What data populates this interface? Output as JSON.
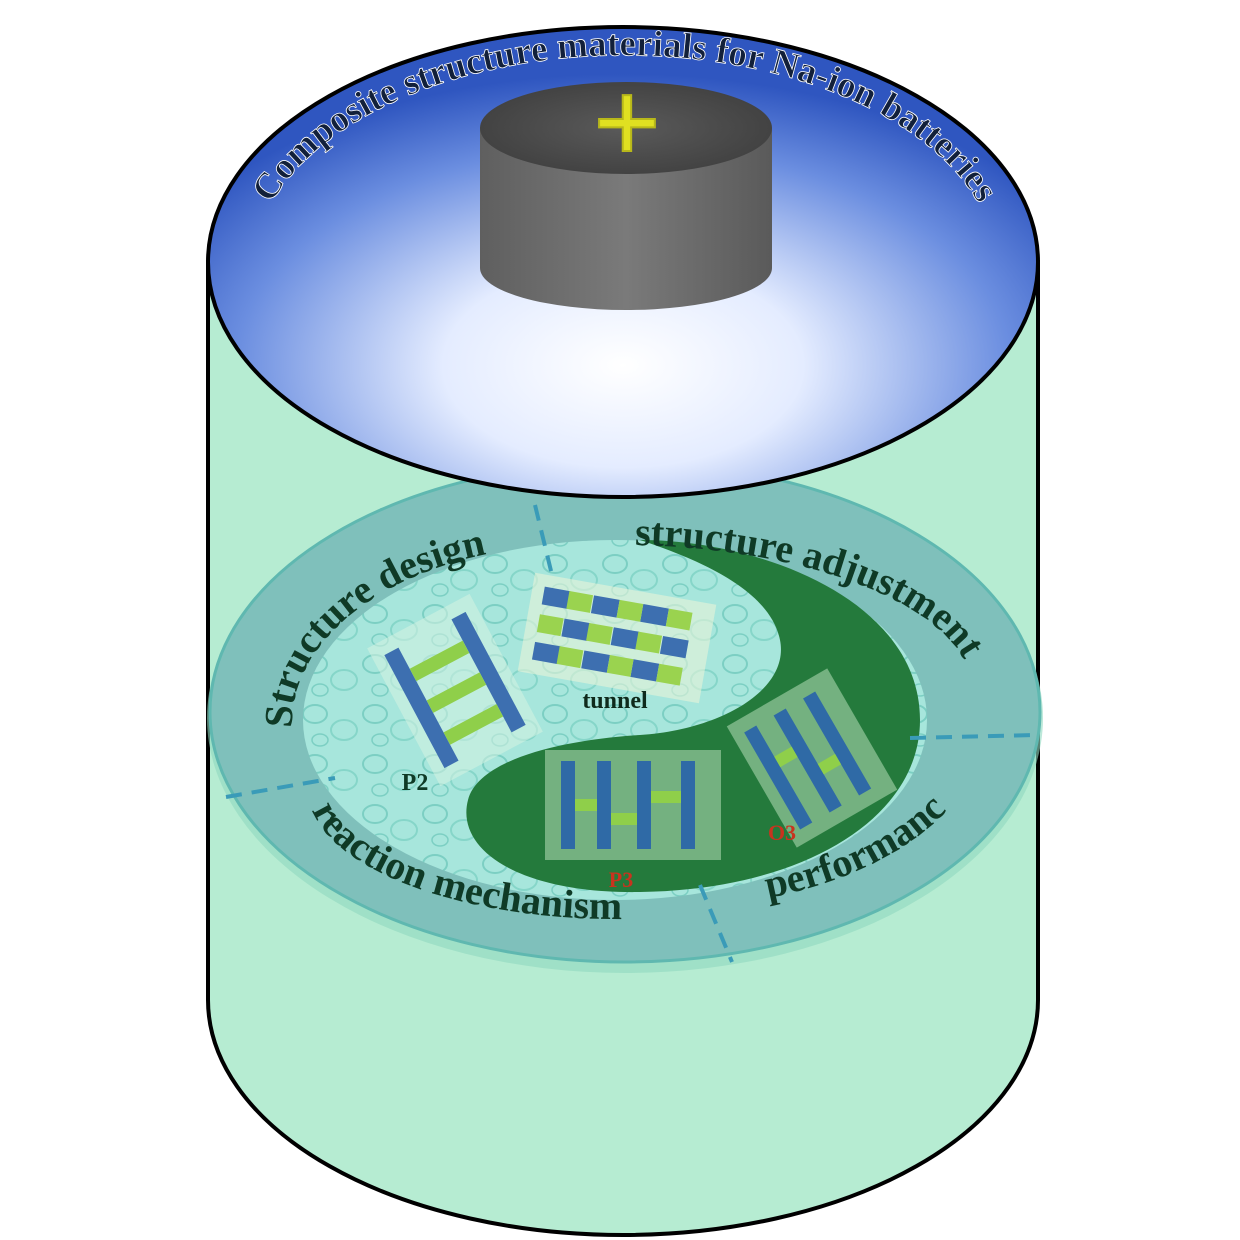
{
  "title": "Composite structure materials for Na-ion batteries",
  "terminal_symbol": "+",
  "sections": {
    "top_left": "Structure design",
    "top_right": "structure adjustment",
    "bottom_right": "performance",
    "bottom_left": "reaction mechanism"
  },
  "structures": {
    "tunnel": "tunnel",
    "p2": "P2",
    "p3": "P3",
    "o3": "O3"
  },
  "colors": {
    "lid_blue": "#3f64c6",
    "can_green": "#b6ecd2",
    "light_half": "#9fe2d8",
    "dark_half": "#247a3c",
    "ring": "#7fc0bb",
    "terminal": "#6b6b6b",
    "plus": "#e0e021",
    "section_text": "#0f3a26",
    "label_red": "#c8331e"
  }
}
